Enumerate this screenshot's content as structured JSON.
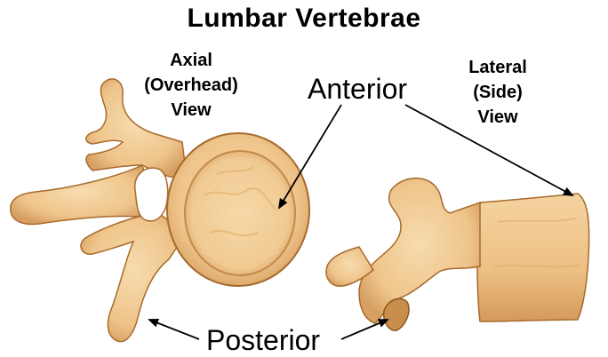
{
  "title": "Lumbar Vertebrae",
  "axial_view": {
    "line1": "Axial",
    "line2": "(Overhead)",
    "line3": "View"
  },
  "lateral_view": {
    "line1": "Lateral",
    "line2": "(Side)",
    "line3": "View"
  },
  "labels": {
    "anterior": "Anterior",
    "posterior": "Posterior"
  },
  "colors": {
    "bone": "#efc68c",
    "bone_shadow": "#c98e4c",
    "bone_outline": "#a86a2c",
    "arrow": "#000000"
  }
}
